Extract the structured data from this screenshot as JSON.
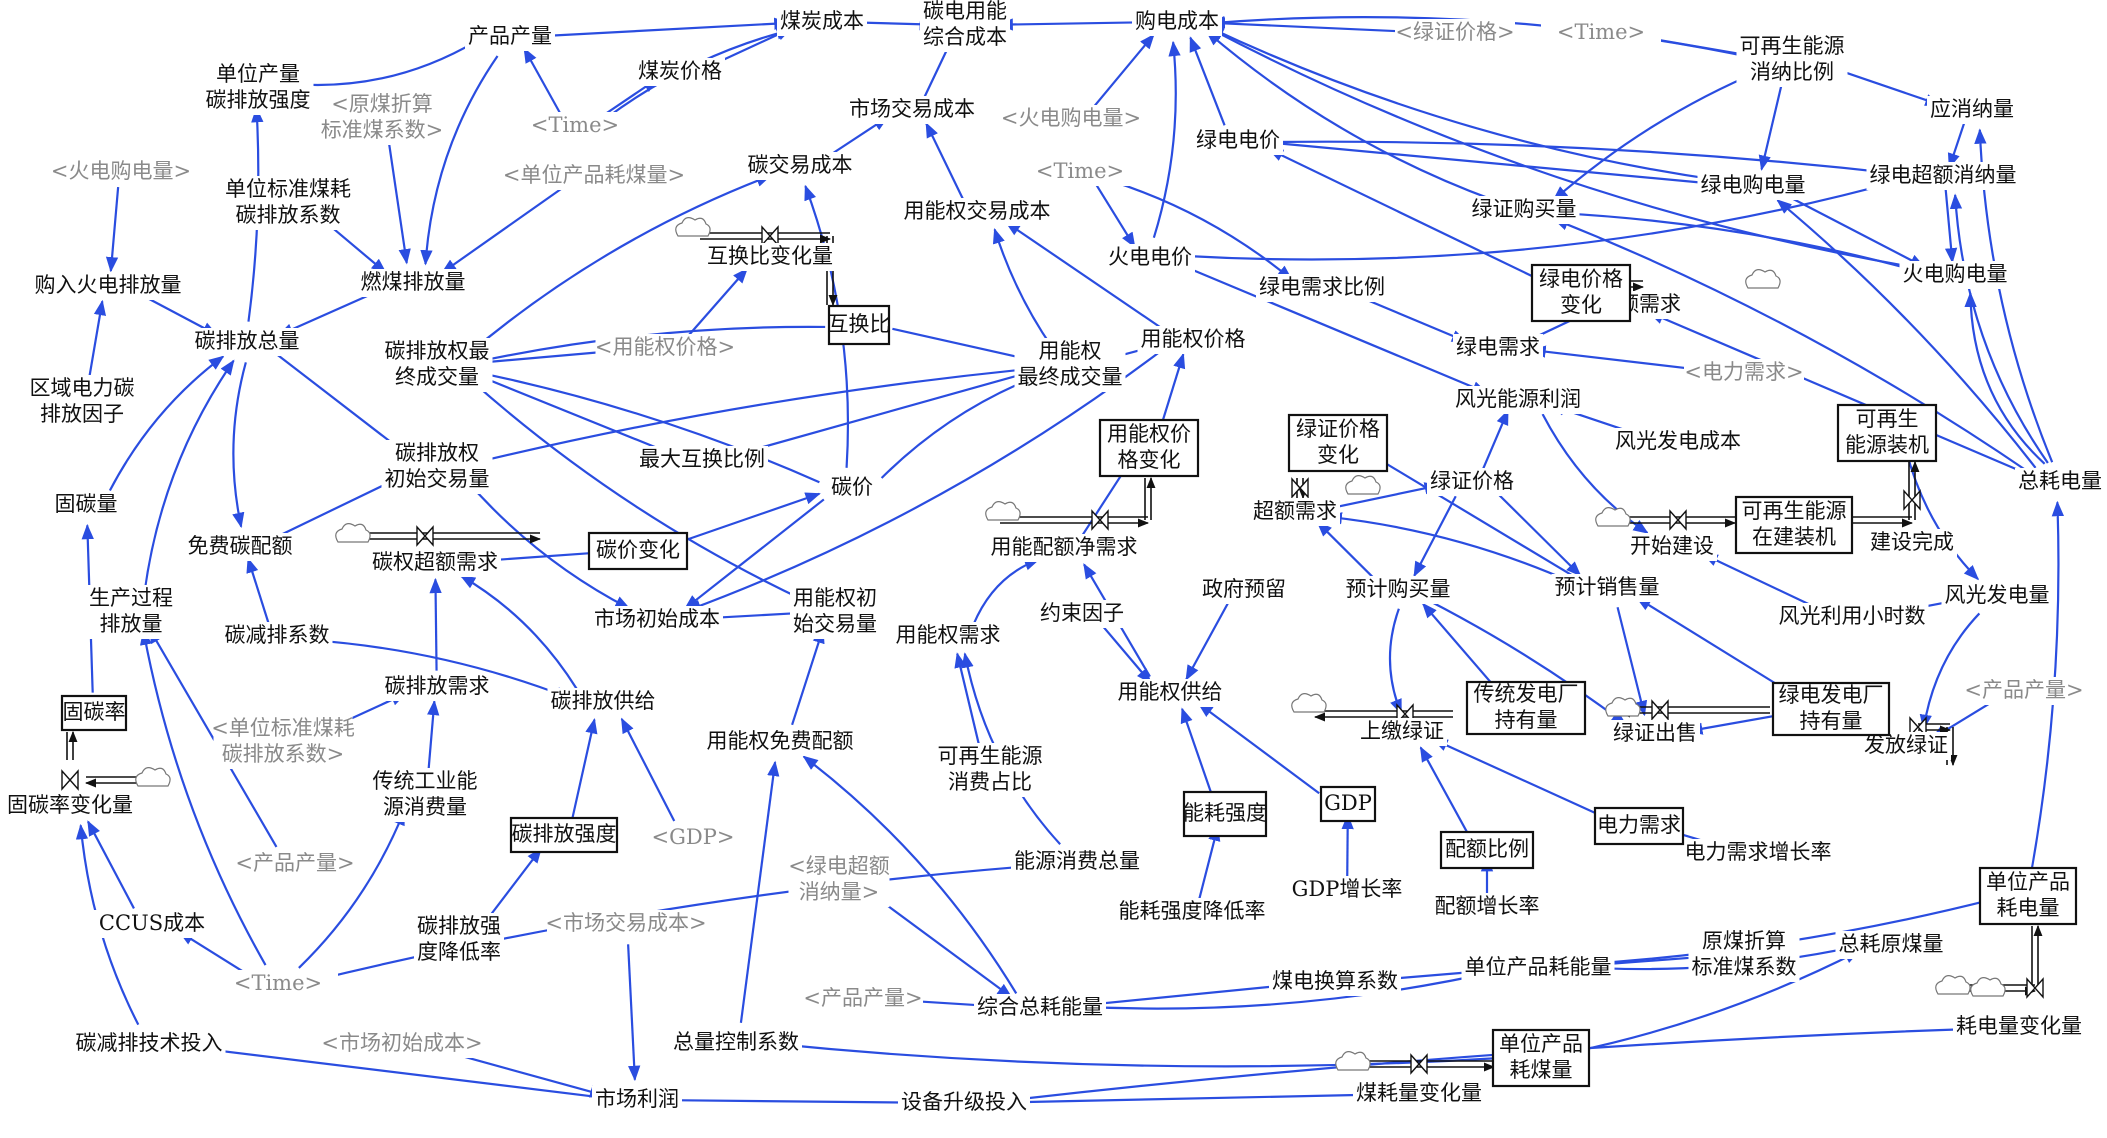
{
  "colors": {
    "arrow": "#2a4de0",
    "text": "#111111",
    "shadow_text": "#8a8a8a",
    "box_border": "#111111",
    "background": "#ffffff"
  },
  "variables": [
    {
      "id": "chanpin_chanliang",
      "text": "产品产量"
    },
    {
      "id": "meitan_chengben",
      "text": "煤炭成本"
    },
    {
      "id": "tan_dian_yongneng",
      "text": "碳电用能\n综合成本"
    },
    {
      "id": "goudian_chengben",
      "text": "购电成本"
    },
    {
      "id": "danwei_chanliang_tan",
      "text": "单位产量\n碳排放强度"
    },
    {
      "id": "meitan_jiage",
      "text": "煤炭价格"
    },
    {
      "id": "shichang_jiaoyi",
      "text": "市场交易成本"
    },
    {
      "id": "kezaisheng_xiaona",
      "text": "可再生能源\n消纳比例"
    },
    {
      "id": "yingxiaona",
      "text": "应消纳量"
    },
    {
      "id": "lvdian_dianjia",
      "text": "绿电电价"
    },
    {
      "id": "goumai_huodian",
      "text": "购入火电排放量"
    },
    {
      "id": "danwei_biaozhunmei",
      "text": "单位标准煤耗\n碳排放系数"
    },
    {
      "id": "tan_jiaoyi_chengben",
      "text": "碳交易成本"
    },
    {
      "id": "lvdian_goudian",
      "text": "绿电购电量"
    },
    {
      "id": "lvdian_chao",
      "text": "绿电超额消纳量"
    },
    {
      "id": "lvzheng_goumai",
      "text": "绿证购买量"
    },
    {
      "id": "yongnengquan_jiaoyi",
      "text": "用能权交易成本"
    },
    {
      "id": "huodian_dianjia",
      "text": "火电电价"
    },
    {
      "id": "ranmei_paifang",
      "text": "燃煤排放量"
    },
    {
      "id": "huodian_goudian",
      "text": "火电购电量"
    },
    {
      "id": "lvdian_xuqiubili",
      "text": "绿电需求比例"
    },
    {
      "id": "lvdian_chaoe_xuqiu",
      "text": "绿电超额需求"
    },
    {
      "id": "tan_paifang_zongliang",
      "text": "碳排放总量"
    },
    {
      "id": "tan_zui",
      "text": "碳排放权最\n终成交量"
    },
    {
      "id": "yongnengquan_jiage",
      "text": "用能权价格"
    },
    {
      "id": "lvdian_xuqiu",
      "text": "绿电需求"
    },
    {
      "id": "yongnengquan_zuizhong",
      "text": "用能权\n最终成交量"
    },
    {
      "id": "quyu_dianli",
      "text": "区域电力碳\n排放因子"
    },
    {
      "id": "fengguang_lirun",
      "text": "风光能源利润"
    },
    {
      "id": "fengguang_chengben",
      "text": "风光发电成本"
    },
    {
      "id": "tan_chushi",
      "text": "碳排放权\n初始交易量"
    },
    {
      "id": "zuida_huhuan",
      "text": "最大互换比例"
    },
    {
      "id": "zong_haodian",
      "text": "总耗电量"
    },
    {
      "id": "tanjia",
      "text": "碳价"
    },
    {
      "id": "guzanliang",
      "text": "固碳量"
    },
    {
      "id": "mianfei_tan",
      "text": "免费碳配额"
    },
    {
      "id": "lvzheng_jiage",
      "text": "绿证价格"
    },
    {
      "id": "chaoe_xuqiu",
      "text": "超额需求"
    },
    {
      "id": "kaishi_jianshe",
      "text": "开始建设"
    },
    {
      "id": "jianshe_wancheng",
      "text": "建设完成"
    },
    {
      "id": "tanquan_chaoe",
      "text": "碳权超额需求"
    },
    {
      "id": "yongneng_jing",
      "text": "用能配额净需求"
    },
    {
      "id": "yuji_goumai",
      "text": "预计购买量"
    },
    {
      "id": "yuji_xiaoshou",
      "text": "预计销售量"
    },
    {
      "id": "zhengfu_yuliu",
      "text": "政府预留"
    },
    {
      "id": "shengchan_guocheng",
      "text": "生产过程\n排放量"
    },
    {
      "id": "shichang_chushi",
      "text": "市场初始成本"
    },
    {
      "id": "yongnengquan_chushi",
      "text": "用能权初\n始交易量"
    },
    {
      "id": "tanjian_xishu",
      "text": "碳减排系数"
    },
    {
      "id": "yongnengquan_xuqiu",
      "text": "用能权需求"
    },
    {
      "id": "yueshu_yinzi",
      "text": "约束因子"
    },
    {
      "id": "fengguang_xiaoshi",
      "text": "风光利用小时数"
    },
    {
      "id": "fengguang_fadian",
      "text": "风光发电量"
    },
    {
      "id": "tan_xuqiu",
      "text": "碳排放需求"
    },
    {
      "id": "tan_gongji",
      "text": "碳排放供给"
    },
    {
      "id": "yongnengquan_gongji",
      "text": "用能权供给"
    },
    {
      "id": "shangjiao_lvzheng",
      "text": "上缴绿证"
    },
    {
      "id": "lvzheng_chushou",
      "text": "绿证出售"
    },
    {
      "id": "fafang_lvzheng",
      "text": "发放绿证"
    },
    {
      "id": "guzan_bianhua",
      "text": "固碳率变化量"
    },
    {
      "id": "chuantong_gongye",
      "text": "传统工业能\n源消费量"
    },
    {
      "id": "yongnengquan_mianfei",
      "text": "用能权免费配额"
    },
    {
      "id": "kezaisheng_zhanbi",
      "text": "可再生能源\n消费占比"
    },
    {
      "id": "dianli_xuqiu_zengzhang",
      "text": "电力需求增长率"
    },
    {
      "id": "nenghao_jiangdi",
      "text": "能耗强度降低率"
    },
    {
      "id": "gdp_zengzhang",
      "text": "GDP增长率"
    },
    {
      "id": "peie_zengzhang",
      "text": "配额增长率"
    },
    {
      "id": "nengyuan_zong",
      "text": "能源消费总量"
    },
    {
      "id": "ccus",
      "text": "CCUS成本"
    },
    {
      "id": "tan_jiangdi",
      "text": "碳排放强\n度降低率"
    },
    {
      "id": "danwei_nenghao",
      "text": "单位产品耗能量"
    },
    {
      "id": "zong_haoyuanmei",
      "text": "总耗原煤量"
    },
    {
      "id": "yuanmei_xishu",
      "text": "原煤折算\n标准煤系数"
    },
    {
      "id": "meidian_xishu",
      "text": "煤电换算系数"
    },
    {
      "id": "zonghe_haoneng",
      "text": "综合总耗能量"
    },
    {
      "id": "tanjian_touru",
      "text": "碳减排技术投入"
    },
    {
      "id": "zongliang_kongzhi",
      "text": "总量控制系数"
    },
    {
      "id": "haodian_bianhua",
      "text": "耗电量变化量"
    },
    {
      "id": "shichang_lirun",
      "text": "市场利润"
    },
    {
      "id": "shebei_shengji",
      "text": "设备升级投入"
    },
    {
      "id": "meihao_bianhua",
      "text": "煤耗量变化量"
    },
    {
      "id": "hx_bianhua",
      "text": "互换比变化量"
    }
  ],
  "shadow_variables": [
    {
      "id": "s_yuanmei",
      "text": "<原煤折算\n标准煤系数>"
    },
    {
      "id": "s_time1",
      "text": "<Time>"
    },
    {
      "id": "s_lvzheng",
      "text": "<绿证价格>"
    },
    {
      "id": "s_time2",
      "text": "<Time>"
    },
    {
      "id": "s_huodian1",
      "text": "<火电购电量>"
    },
    {
      "id": "s_huodian2",
      "text": "<火电购电量>"
    },
    {
      "id": "s_danweimei",
      "text": "<单位产品耗煤量>"
    },
    {
      "id": "s_time3",
      "text": "<Time>"
    },
    {
      "id": "s_yongnengjia",
      "text": "<用能权价格>"
    },
    {
      "id": "s_dianli",
      "text": "<电力需求>"
    },
    {
      "id": "s_danwei_tan",
      "text": "<单位标准煤耗\n碳排放系数>"
    },
    {
      "id": "s_chanliang1",
      "text": "<产品产量>"
    },
    {
      "id": "s_gdp",
      "text": "<GDP>"
    },
    {
      "id": "s_lvdian_chao",
      "text": "<绿电超额\n消纳量>"
    },
    {
      "id": "s_chanliang2",
      "text": "<产品产量>"
    },
    {
      "id": "s_time4",
      "text": "<Time>"
    },
    {
      "id": "s_shichang_jy",
      "text": "<市场交易成本>"
    },
    {
      "id": "s_chanliang3",
      "text": "<产品产量>"
    },
    {
      "id": "s_shichang_cs",
      "text": "<市场初始成本>"
    }
  ],
  "boxes": [
    {
      "id": "b_hxb",
      "text": "互换比"
    },
    {
      "id": "b_lvdian_jg",
      "text": "绿电价格\n变化"
    },
    {
      "id": "b_lvzheng_jg",
      "text": "绿证价格\n变化"
    },
    {
      "id": "b_yongneng_jg",
      "text": "用能权价\n格变化"
    },
    {
      "id": "b_kezaisheng_zj",
      "text": "可再生\n能源装机"
    },
    {
      "id": "b_tanjia",
      "text": "碳价变化"
    },
    {
      "id": "b_zaijian",
      "text": "可再生能源\n在建装机"
    },
    {
      "id": "b_guzan",
      "text": "固碳率"
    },
    {
      "id": "b_chuantong",
      "text": "传统发电厂\n持有量"
    },
    {
      "id": "b_lvdian_cy",
      "text": "绿电发电厂\n持有量"
    },
    {
      "id": "b_nenghao",
      "text": "能耗强度"
    },
    {
      "id": "b_gdp",
      "text": "GDP"
    },
    {
      "id": "b_peie",
      "text": "配额比例"
    },
    {
      "id": "b_dianli",
      "text": "电力需求"
    },
    {
      "id": "b_tan_qiangdu",
      "text": "碳排放强度"
    },
    {
      "id": "b_danwei_hd",
      "text": "单位产品\n耗电量"
    },
    {
      "id": "b_danwei_hm",
      "text": "单位产品\n耗煤量"
    }
  ]
}
